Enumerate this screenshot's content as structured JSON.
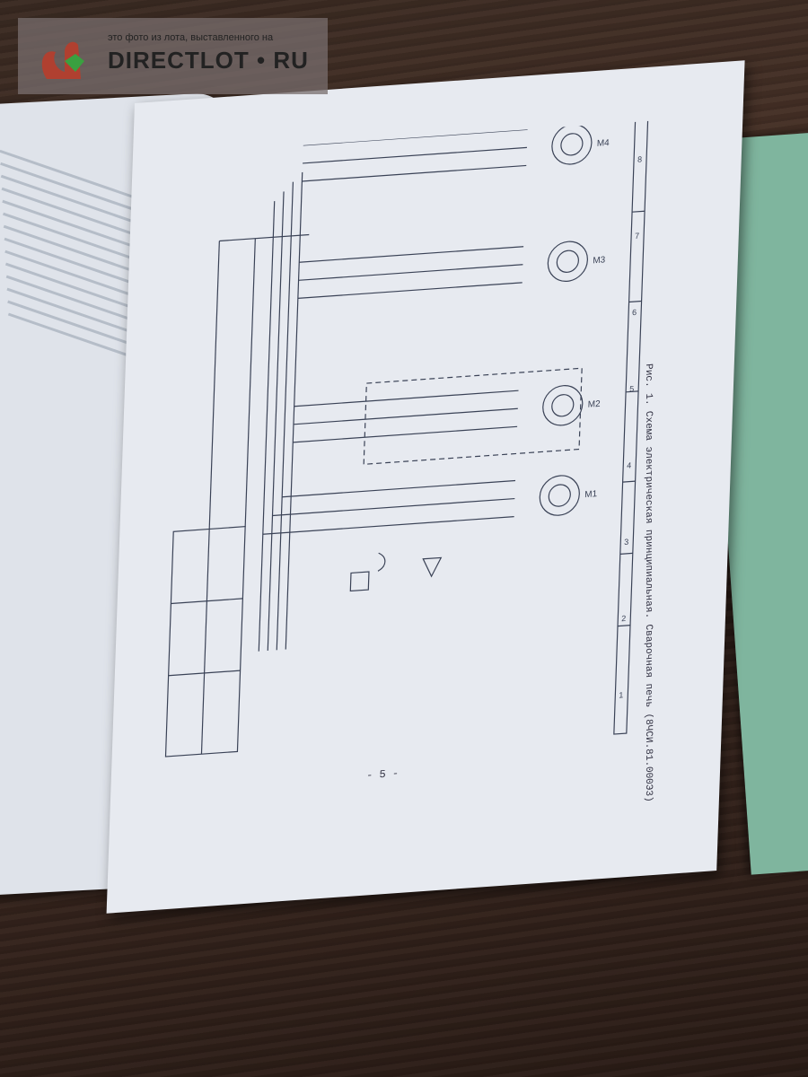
{
  "watermark": {
    "subtitle": "это фото из лота, выставленного на",
    "brand": "DIRECTLOT • RU"
  },
  "document": {
    "caption": "Рис. 1. Схема электрическая принципиальная. Сварочная печь (8ЧСИ.81.000Э3)",
    "page_number": "- 5 -",
    "motor_labels": [
      "M1",
      "M2",
      "M3",
      "M4"
    ],
    "table_cells": [
      "1",
      "2",
      "3",
      "4",
      "5",
      "6",
      "7",
      "8"
    ]
  },
  "colors": {
    "paper": "#e7eaf0",
    "ink": "#3a4256",
    "wood": "#3b2820",
    "green_book": "#7fb59e"
  }
}
